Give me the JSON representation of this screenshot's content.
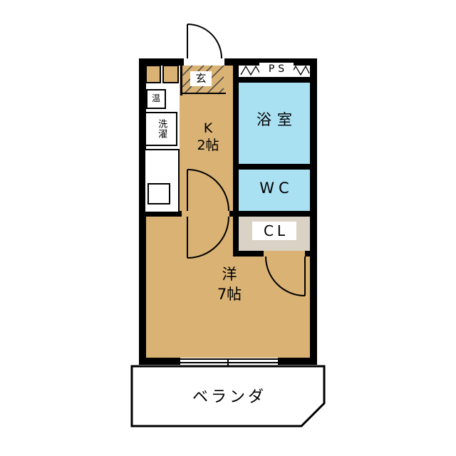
{
  "document": {
    "type": "apartment-floor-plan"
  },
  "colors": {
    "wall": "#000000",
    "room_tan": "#d9b274",
    "water_blue": "#a9e0f2",
    "closet_gray": "#d9d2c5",
    "hatch": "#444444",
    "fixture_fill": "#ffffff"
  },
  "rooms": {
    "entrance": {
      "label": "玄"
    },
    "pipe_space": {
      "label": "PS"
    },
    "bathroom": {
      "label": "浴室"
    },
    "kitchen": {
      "name": "K",
      "size": "2帖"
    },
    "toilet": {
      "label": "WC"
    },
    "closet": {
      "label": "CL"
    },
    "western_room": {
      "name": "洋",
      "size": "7帖"
    },
    "veranda": {
      "label": "ベランダ"
    }
  },
  "fixtures": {
    "water_heater": {
      "label": "温"
    },
    "washer": {
      "label": "洗濯"
    }
  }
}
